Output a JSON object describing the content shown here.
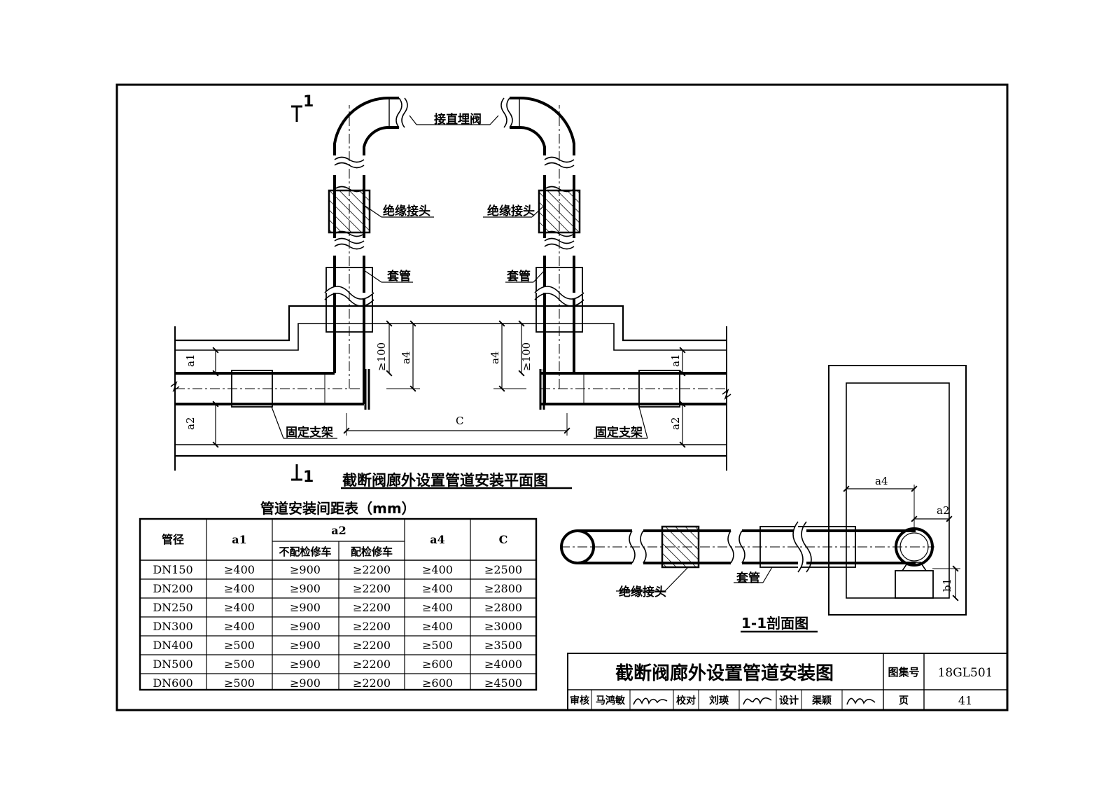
{
  "plan": {
    "title": "截断阀廊外设置管道安装平面图",
    "section_mark": "1",
    "labels": {
      "valve": "接直埋阀",
      "insul_left": "绝缘接头",
      "insul_right": "绝缘接头",
      "sleeve_left": "套管",
      "sleeve_right": "套管",
      "support_left": "固定支架",
      "support_right": "固定支架"
    },
    "dims": {
      "a1": "a1",
      "a2": "a2",
      "a4": "a4",
      "c": "C",
      "ge100": "≥100"
    }
  },
  "table": {
    "title": "管道安装间距表（mm）",
    "headers": {
      "dn": "管径",
      "a1": "a1",
      "a2": "a2",
      "a2_sub1": "不配检修车",
      "a2_sub2": "配检修车",
      "a4": "a4",
      "c": "C"
    },
    "rows": [
      [
        "DN150",
        "≥400",
        "≥900",
        "≥2200",
        "≥400",
        "≥2500"
      ],
      [
        "DN200",
        "≥400",
        "≥900",
        "≥2200",
        "≥400",
        "≥2800"
      ],
      [
        "DN250",
        "≥400",
        "≥900",
        "≥2200",
        "≥400",
        "≥2800"
      ],
      [
        "DN300",
        "≥400",
        "≥900",
        "≥2200",
        "≥400",
        "≥3000"
      ],
      [
        "DN400",
        "≥500",
        "≥900",
        "≥2200",
        "≥500",
        "≥3500"
      ],
      [
        "DN500",
        "≥500",
        "≥900",
        "≥2200",
        "≥600",
        "≥4000"
      ],
      [
        "DN600",
        "≥500",
        "≥900",
        "≥2200",
        "≥600",
        "≥4500"
      ]
    ]
  },
  "section": {
    "title": "1-1剖面图",
    "labels": {
      "insul": "绝缘接头",
      "sleeve": "套管"
    },
    "dims": {
      "a4": "a4",
      "a2": "a2",
      "b1": "b1"
    }
  },
  "titleblock": {
    "title": "截断阀廊外设置管道安装图",
    "atlas_label": "图集号",
    "atlas_no": "18GL501",
    "review_label": "审核",
    "reviewer": "马鸿敏",
    "check_label": "校对",
    "checker": "刘瑛",
    "design_label": "设计",
    "designer": "渠颖",
    "page_label": "页",
    "page_no": "41"
  }
}
